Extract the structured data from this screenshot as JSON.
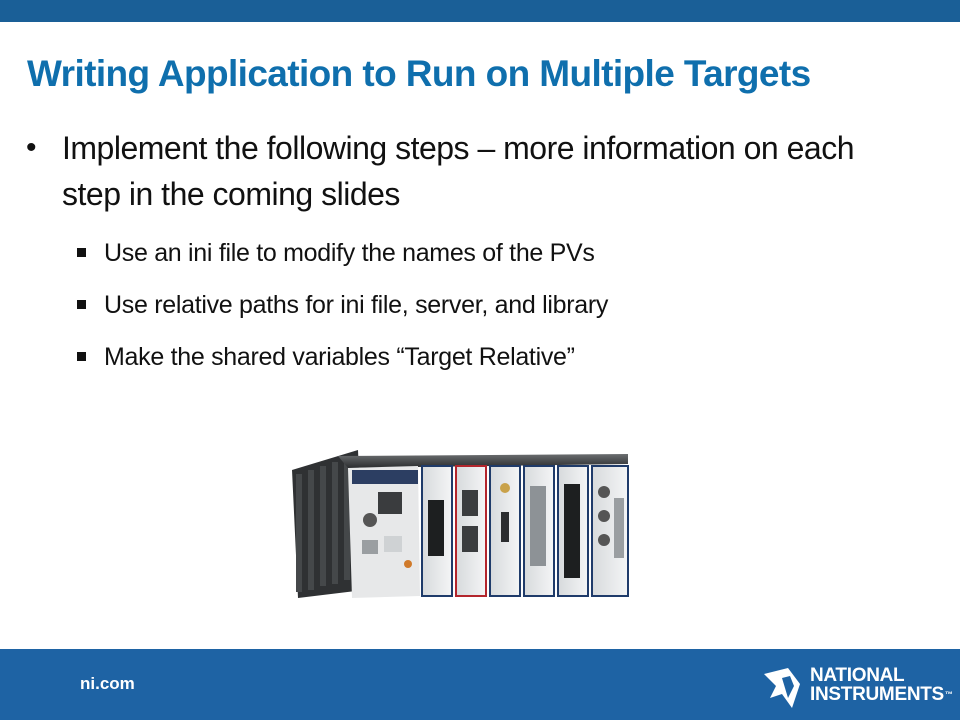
{
  "slide": {
    "title": "Writing Application to Run on Multiple Targets",
    "main_bullet": {
      "marker": "•",
      "text": "Implement the following steps – more information on each step in the coming slides"
    },
    "sub_bullets": [
      "Use an ini file to modify the names of the PVs",
      "Use relative paths for ini file, server, and library",
      "Make the shared variables “Target Relative”"
    ]
  },
  "footer": {
    "site": "ni.com",
    "logo_line1": "NATIONAL",
    "logo_line2": "INSTRUMENTS",
    "logo_tm": "™"
  },
  "colors": {
    "title": "#0f6fad",
    "top_bar": "#1a5f97",
    "bottom_bar": "#1e63a4"
  },
  "icons": {
    "device": "compactrio-chassis-image",
    "logo_mark": "ni-eagle-logo-icon"
  }
}
